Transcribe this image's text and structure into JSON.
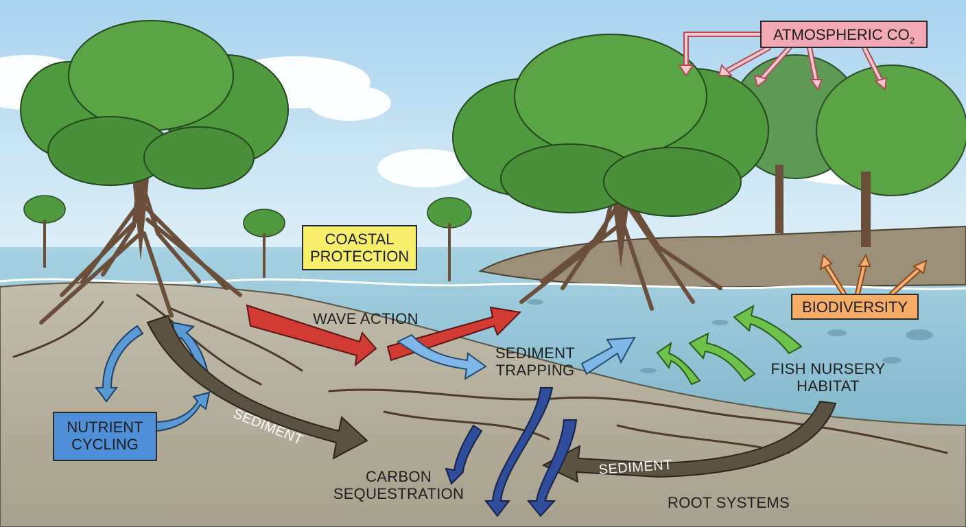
{
  "labels": {
    "atmospheric": "ATMOSPHERIC CO",
    "atmospheric_sub": "2",
    "coastal_protection": "COASTAL PROTECTION",
    "biodiversity": "BIODIVERSITY",
    "wave_action": "WAVE ACTION",
    "sediment_trapping": "SEDIMENT TRAPPING",
    "fish_nursery": "FISH NURSERY HABITAT",
    "nutrient_cycling": "NUTRIENT CYCLING",
    "sediment_left": "SEDIMENT",
    "sediment_right": "SEDIMENT",
    "carbon_sequestration": "CARBON SEQUESTRATION",
    "root_systems": "ROOT SYSTEMS"
  },
  "colors": {
    "sky": "#bfe0f2",
    "water": "#8fc2d6",
    "seabed": "#b9b4a2",
    "canopy": "#4f9a3e",
    "trunk": "#6b4f3a",
    "wave_arrow": "#d23a34",
    "sediment_trap_arrow": "#7fb8e8",
    "fish_arrow": "#6cc24a",
    "nutrient_arrow": "#5b9bd5",
    "carbon_arrow": "#2f4d9a",
    "sediment_arrow": "#5c5242",
    "co2_arrow": "#f3c9cf",
    "biodiversity_arrow": "#f6b073",
    "co2_box": "#f2a9b5",
    "coastal_box": "#f7ee6b",
    "biodiversity_box": "#f6ad66",
    "nutrient_box": "#4f8fd8"
  }
}
